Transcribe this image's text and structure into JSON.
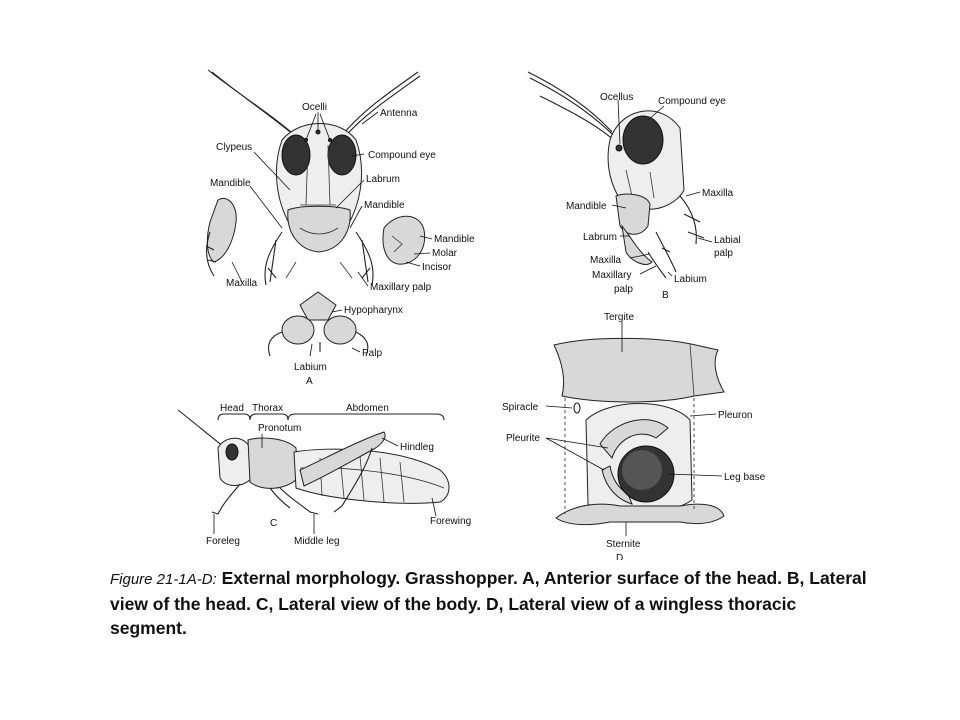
{
  "panels": {
    "A": {
      "letter": "A",
      "labels": {
        "ocelli": "Ocelli",
        "antenna": "Antenna",
        "clypeus": "Clypeus",
        "compound_eye": "Compound eye",
        "mandible_left": "Mandible",
        "labrum": "Labrum",
        "mandible_right": "Mandible",
        "mandible_detail": "Mandible",
        "molar": "Molar",
        "incisor": "Incisor",
        "maxilla": "Maxilla",
        "maxillary_palp": "Maxillary palp",
        "hypopharynx": "Hypopharynx",
        "palp": "Palp",
        "labium": "Labium"
      }
    },
    "B": {
      "letter": "B",
      "labels": {
        "ocellus": "Ocellus",
        "compound_eye": "Compound eye",
        "maxilla_upper": "Maxilla",
        "mandible": "Mandible",
        "labrum": "Labrum",
        "labial_palp_1": "Labial",
        "labial_palp_2": "palp",
        "maxilla_lower": "Maxilla",
        "labium": "Labium",
        "maxillary_palp_1": "Maxillary",
        "maxillary_palp_2": "palp"
      }
    },
    "C": {
      "letter": "C",
      "labels": {
        "head": "Head",
        "thorax": "Thorax",
        "abdomen": "Abdomen",
        "pronotum": "Pronotum",
        "hindleg": "Hindleg",
        "foreleg": "Foreleg",
        "middle_leg": "Middle leg",
        "forewing": "Forewing"
      }
    },
    "D": {
      "letter": "D",
      "labels": {
        "tergite": "Tergite",
        "spiracle": "Spiracle",
        "pleuron": "Pleuron",
        "pleurite": "Pleurite",
        "leg_base": "Leg base",
        "sternite": "Sternite"
      }
    }
  },
  "caption": {
    "prefix": "Figure 21-1A-D:",
    "text": "External morphology.  Grasshopper.  A, Anterior surface of the head.  B, Lateral view of the head.  C, Lateral view of the body.  D, Lateral view of a wingless thoracic segment."
  }
}
